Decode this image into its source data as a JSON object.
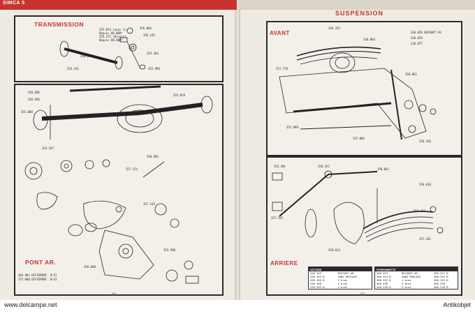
{
  "header": {
    "left_running_title": "SIMCA 5",
    "right_section_title": "SUSPENSION"
  },
  "sections": {
    "transmission": "TRANSMISSION",
    "pont_ar": "PONT AR.",
    "avant": "AVANT",
    "arriere": "ARRIERE"
  },
  "page_numbers": {
    "left": "- 30 -",
    "right": "31"
  },
  "labels": {
    "trans_1": "355.074 (avec 1)",
    "trans_2": "Depuis 88.000*",
    "trans_3": "355.275 (Nicole)",
    "trans_4": "Depuis 88.000*",
    "trans_5": "350.148",
    "trans_6": "356.064",
    "trans_7": "356.145",
    "trans_8": "353.364",
    "trans_9": "355.141",
    "trans_10": "352.996",
    "pont_1": "356.686",
    "pont_2": "356.696",
    "pont_3": "355.880",
    "pont_4": "355.659",
    "pont_5": "353.167",
    "pont_6": "357.154",
    "pont_7": "350.901",
    "pont_8": "357.156",
    "pont_9": "356.688",
    "pont_10": "355.590",
    "pont_diff_1": "364.962 DIFFERENT. 9/31",
    "pont_diff_2": "375.000 DIFFERENT. 8/41",
    "av_1": "358.355",
    "av_2": "336.064",
    "av_3": "336.056 RESSORT AV.",
    "av_4": "336.059",
    "av_5": "336.077",
    "av_6": "357.770",
    "av_7": "356.061",
    "av_8": "355.998",
    "av_9": "337.005",
    "av_10": "356.150",
    "ar_1": "352.401",
    "ar_2": "356.152",
    "ar_3": "350.061",
    "ar_4": "356.010",
    "ar_5": "357.155",
    "ar_6": "357.431",
    "ar_7": "357.101",
    "ar_8": "350.013"
  },
  "table_left": {
    "header": [
      "VOITURE",
      "",
      ""
    ],
    "rows": [
      [
        "336.343",
        "RESSORT AR.",
        ""
      ],
      [
        "336.345 B",
        "SANS REGLAGE",
        ""
      ],
      [
        "336.345 B",
        "3 bras",
        ""
      ],
      [
        "336.368",
        "3 bras",
        ""
      ],
      [
        "336.363 B",
        "4 bras",
        ""
      ]
    ]
  },
  "table_right": {
    "header": [
      "FOURGONNETTE",
      "",
      ""
    ],
    "rows": [
      [
        "360.332",
        "RESSORT AR.",
        "360.322 B"
      ],
      [
        "360.334 B",
        "SANS REGLAGE",
        "360.332 B"
      ],
      [
        "360.332 B",
        "1 bras",
        "360.333 B"
      ],
      [
        "360.338",
        "4 bras",
        "360.336"
      ],
      [
        "360.338 B",
        "5 bras",
        "360.338 B"
      ]
    ]
  },
  "footer": {
    "left": "www.delcampe.net",
    "right": "Antikobjet"
  },
  "colors": {
    "accent": "#c7342f",
    "ink": "#2a2a2a",
    "paper": "#efebe3"
  }
}
